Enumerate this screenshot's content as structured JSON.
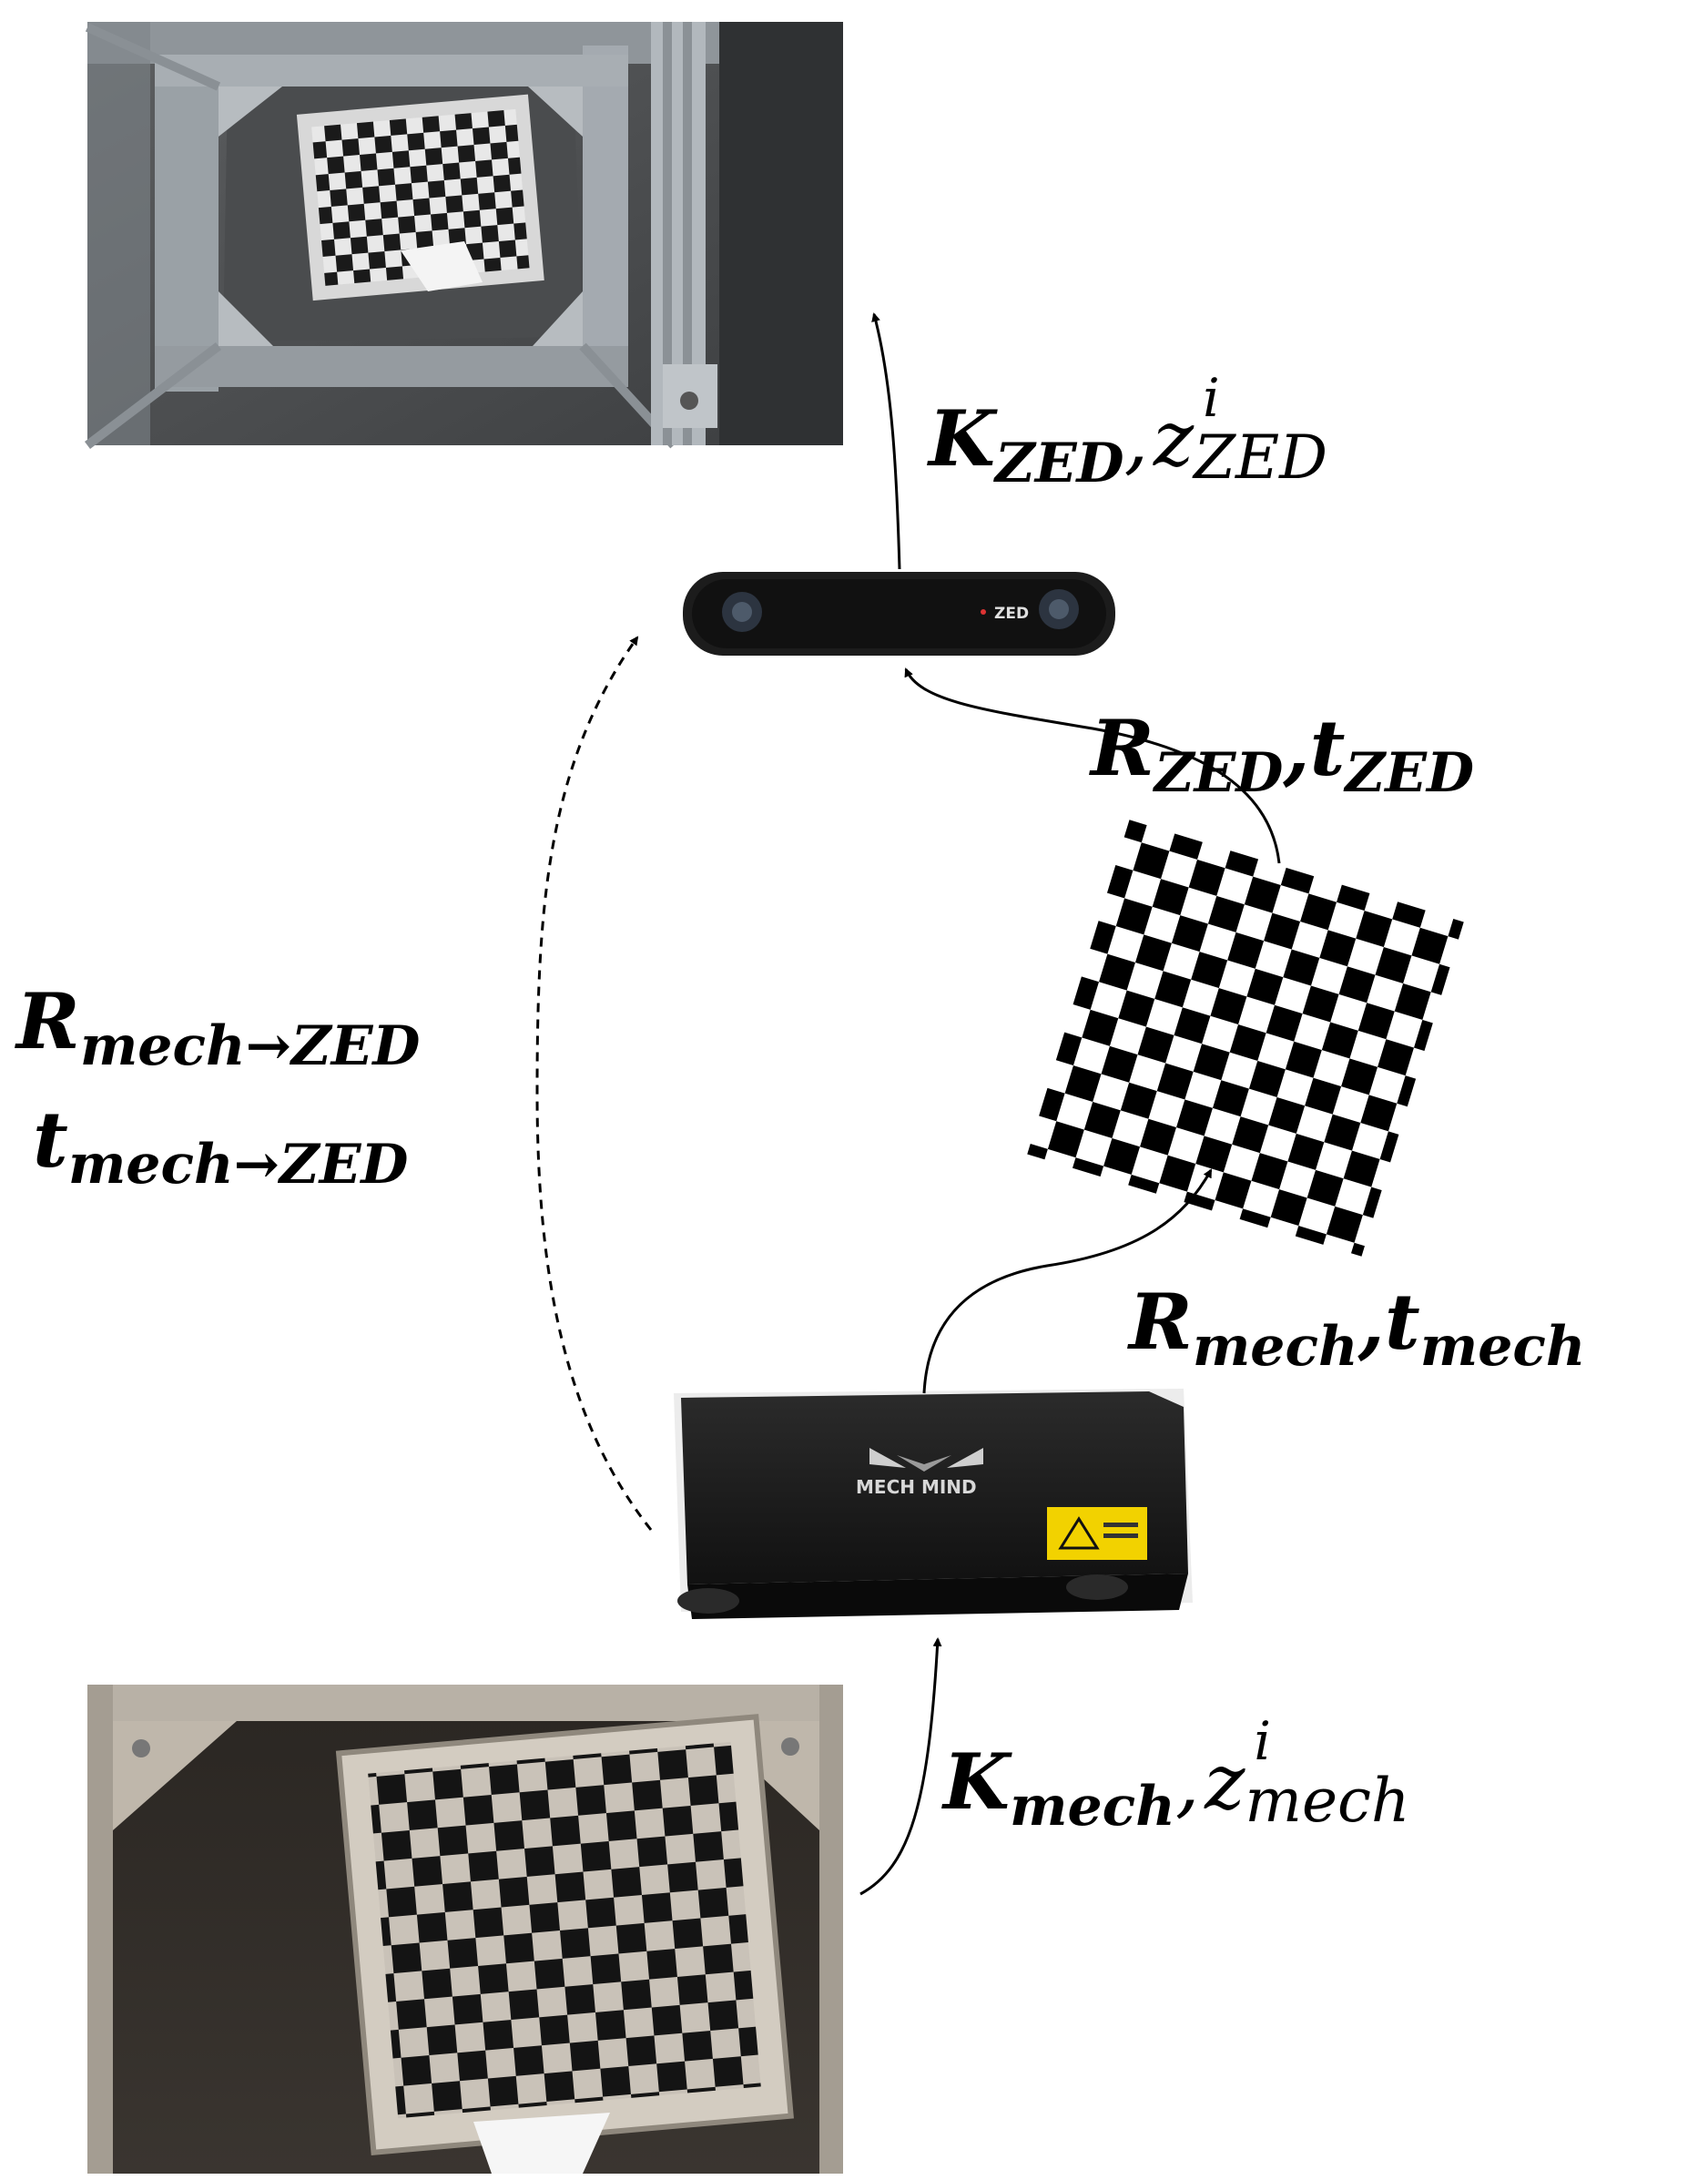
{
  "labels": {
    "zed_intrinsics": {
      "K": "K",
      "K_sub": "ZED",
      "sep": ",",
      "z": "z",
      "z_sup": "i",
      "z_sub": "ZED"
    },
    "zed_extrinsics": {
      "R": "R",
      "R_sub": "ZED",
      "sep": ",",
      "t": "t",
      "t_sub": "ZED"
    },
    "mech_to_zed": {
      "R": "R",
      "R_sub": "mech→ZED",
      "t": "t",
      "t_sub": "mech→ZED"
    },
    "mech_extrinsics": {
      "R": "R",
      "R_sub": "mech",
      "sep": ",",
      "t": "t",
      "t_sub": "mech"
    },
    "mech_intrinsics": {
      "K": "K",
      "K_sub": "mech",
      "sep": ",",
      "z": "z",
      "z_sup": "i",
      "z_sub": "mech"
    }
  },
  "devices": {
    "zed_camera": {
      "brand_text": "ZED"
    },
    "mech_camera": {
      "brand_text": "MECH MIND"
    }
  },
  "colors": {
    "ink": "#000000",
    "frame_metal": "#9aa1a6",
    "laser_label": "#f2d200"
  }
}
